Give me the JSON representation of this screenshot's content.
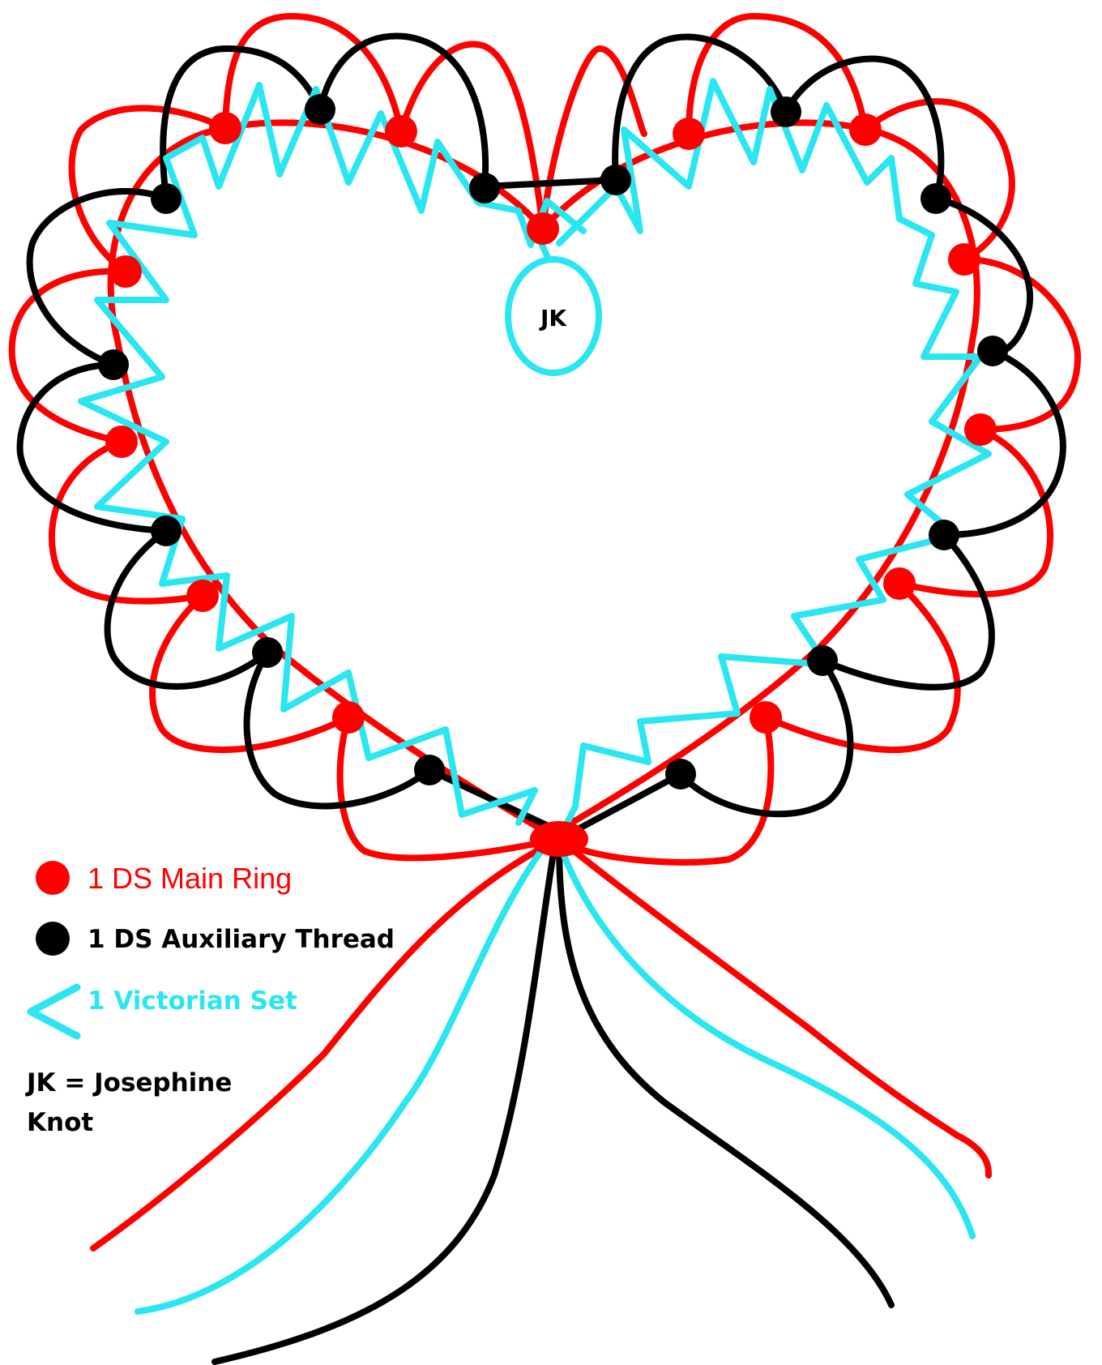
{
  "colors": {
    "main_ring": "#ff0000",
    "auxiliary_thread": "#000000",
    "victorian_set": "#29e6f0",
    "background": "#ffffff"
  },
  "center_label": "JK",
  "legend": {
    "main_ring": "1 DS Main Ring",
    "auxiliary_thread": "1 DS Auxiliary Thread",
    "victorian_set": "1 Victorian Set",
    "josephine_line1": "JK = Josephine",
    "josephine_line2": "Knot"
  }
}
